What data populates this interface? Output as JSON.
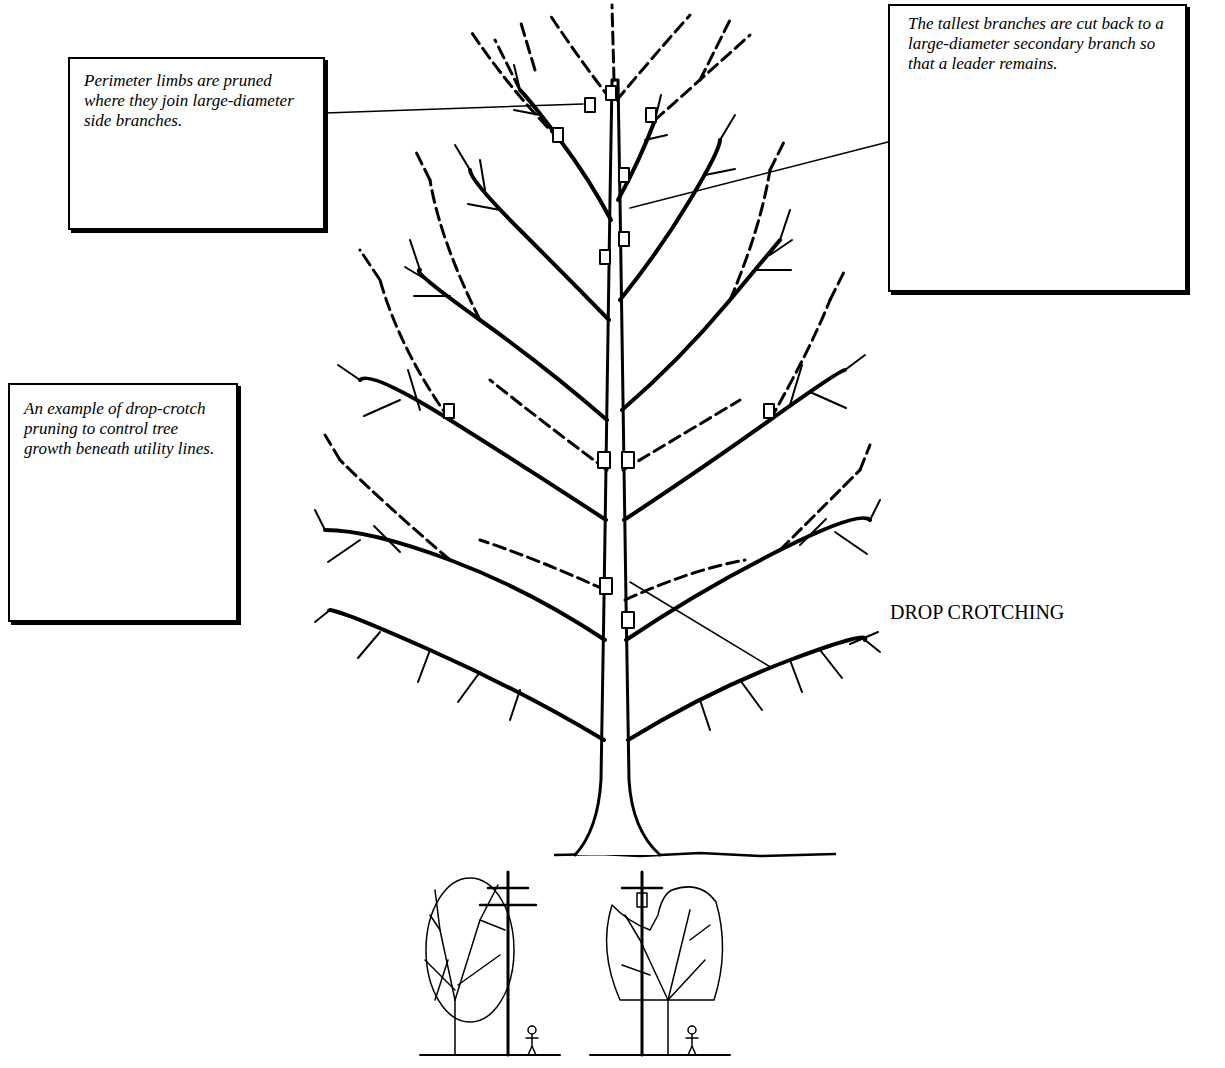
{
  "diagram": {
    "nodes": [
      {
        "text": [
          "Perimeter limbs are pruned where they join large-diameter side branches."
        ]
      },
      {
        "text": [
          "The tallest branches are cut back to a large-diameter secondary branch so that a leader remains."
        ]
      },
      {
        "text": [
          "An example of drop-crotch pruning to control tree growth beneath utility lines."
        ]
      }
    ],
    "labels": [
      "DROP CROTCHING"
    ]
  }
}
